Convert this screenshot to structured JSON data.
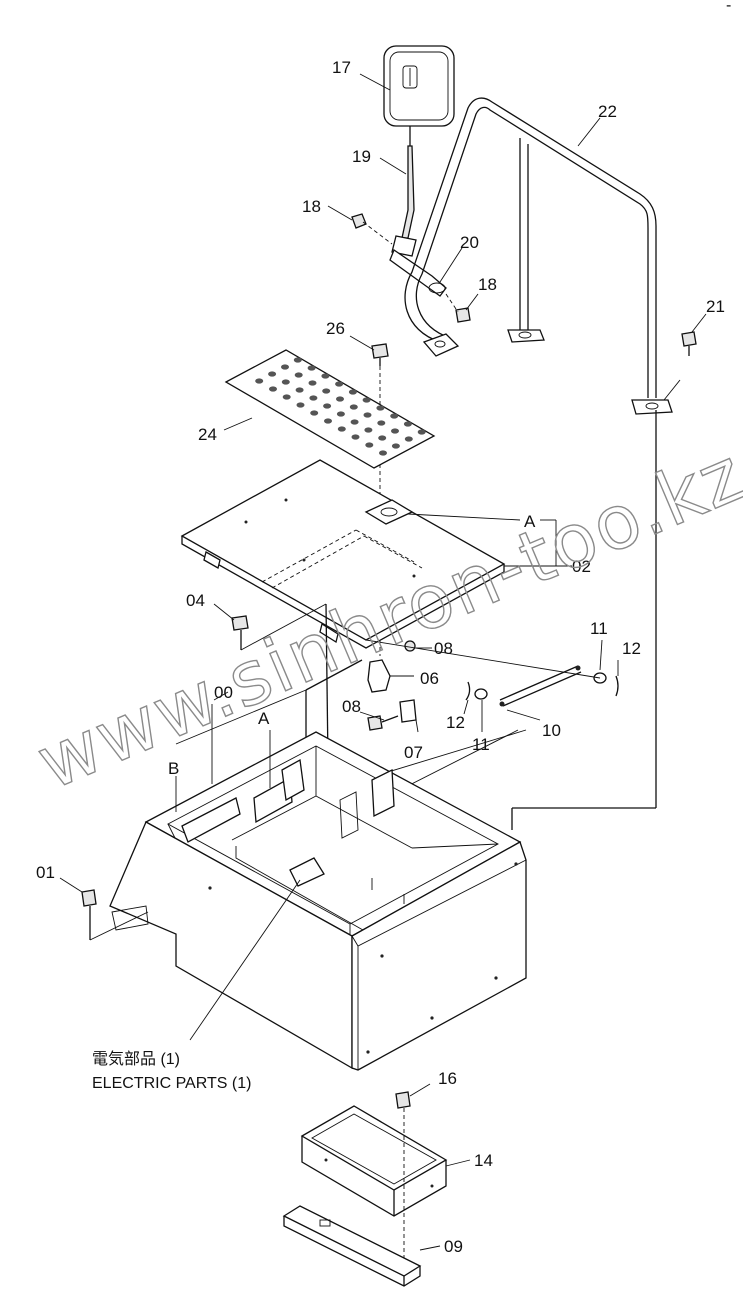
{
  "labels": {
    "p17": "17",
    "p19": "19",
    "p18a": "18",
    "p18b": "18",
    "p20": "20",
    "p22": "22",
    "p21": "21",
    "p26": "26",
    "p24": "24",
    "pA1": "A",
    "p02": "02",
    "p04": "04",
    "p08a": "08",
    "p11a": "11",
    "p12a": "12",
    "p06": "06",
    "p00": "00",
    "pA2": "A",
    "p08b": "08",
    "p12b": "12",
    "p11b": "11",
    "p10": "10",
    "p07": "07",
    "pB": "B",
    "p01": "01",
    "p16": "16",
    "p14": "14",
    "p09": "09"
  },
  "caption": {
    "jp": "電気部品 (1)",
    "en": "ELECTRIC PARTS (1)"
  },
  "watermark": "www.sinhron-too.kz",
  "corner_mark": "-"
}
